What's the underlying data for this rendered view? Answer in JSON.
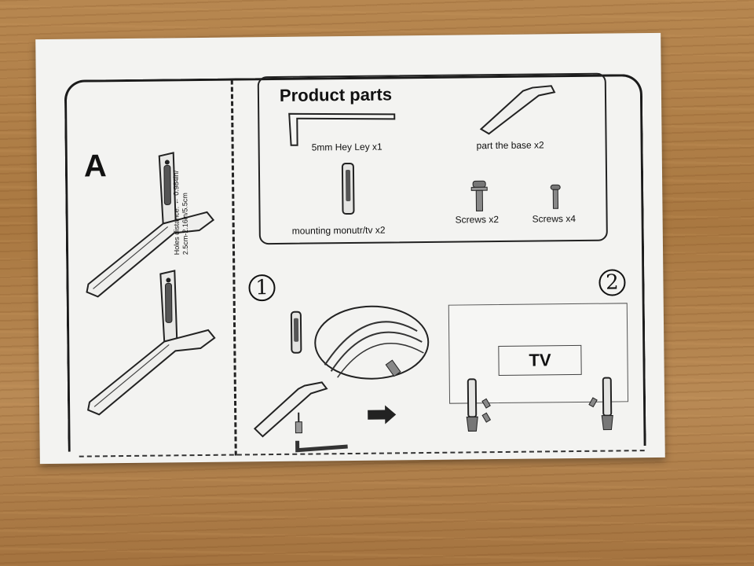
{
  "section": {
    "label": "A"
  },
  "holes_note": {
    "line1": "Holes distance: ← 0.984in/",
    "line2": "2.5cm-2.16in/5.5cm"
  },
  "parts": {
    "title": "Product parts",
    "items": [
      {
        "label": "5mm Hey Ley x1"
      },
      {
        "label": "part the base x2"
      },
      {
        "label": "mounting monutr/tv x2"
      },
      {
        "label": "Screws x2"
      },
      {
        "label": "Screws x4"
      }
    ]
  },
  "steps": [
    {
      "number": "1"
    },
    {
      "number": "2"
    }
  ],
  "tv": {
    "label": "TV"
  },
  "colors": {
    "ink": "#1b1b1b",
    "paper": "#f3f3f1",
    "wood": "#b07d45"
  }
}
